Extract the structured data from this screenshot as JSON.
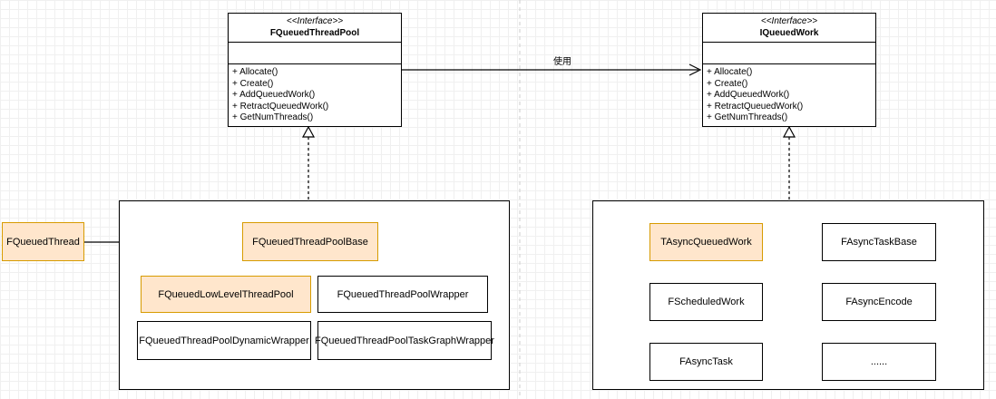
{
  "interfaces": {
    "pool": {
      "stereotype": "<<Interface>>",
      "name": "FQueuedThreadPool",
      "methods": [
        "+ Allocate()",
        "+ Create()",
        "+ AddQueuedWork()",
        "+ RetractQueuedWork()",
        "+ GetNumThreads()"
      ]
    },
    "work": {
      "stereotype": "<<Interface>>",
      "name": "IQueuedWork",
      "methods": [
        "+ Allocate()",
        "+ Create()",
        "+ AddQueuedWork()",
        "+ RetractQueuedWork()",
        "+ GetNumThreads()"
      ]
    }
  },
  "edges": {
    "uses_label": "使用"
  },
  "left_group": {
    "external": "FQueuedThread",
    "base": "FQueuedThreadPoolBase",
    "low_level": "FQueuedLowLevelThreadPool",
    "wrapper": "FQueuedThreadPoolWrapper",
    "dynamic_wrapper": "FQueuedThreadPoolDynamicWrapper",
    "taskgraph_wrapper": "FQueuedThreadPoolTaskGraphWrapper"
  },
  "right_group": {
    "async_queued_work": "TAsyncQueuedWork",
    "async_task_base": "FAsyncTaskBase",
    "scheduled_work": "FScheduledWork",
    "async_encode": "FAsyncEncode",
    "async_task": "FAsyncTask",
    "more": "......"
  },
  "colors": {
    "highlight_fill": "#ffe6cc",
    "highlight_stroke": "#d79b00"
  }
}
